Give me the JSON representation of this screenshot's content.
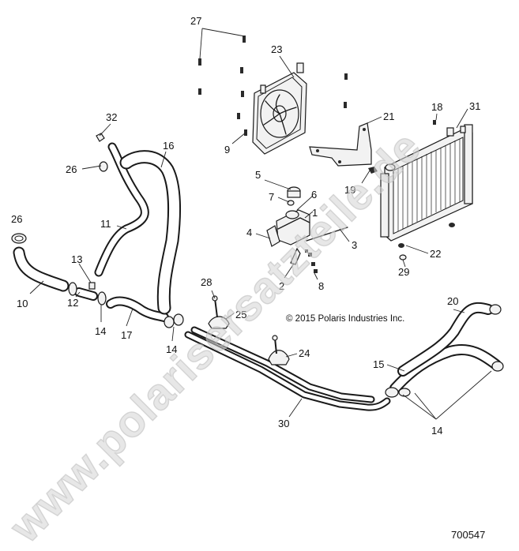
{
  "diagram": {
    "watermark": "www.polarisersatzteile.de",
    "copyright": "© 2015 Polaris Industries Inc.",
    "figure_number": "700547",
    "callouts": [
      "27",
      "23",
      "32",
      "16",
      "21",
      "18",
      "31",
      "26",
      "9",
      "5",
      "7",
      "6",
      "19",
      "11",
      "26",
      "1",
      "4",
      "3",
      "13",
      "10",
      "12",
      "14",
      "17",
      "2",
      "8",
      "22",
      "29",
      "28",
      "25",
      "14",
      "20",
      "24",
      "15",
      "30",
      "14"
    ]
  }
}
